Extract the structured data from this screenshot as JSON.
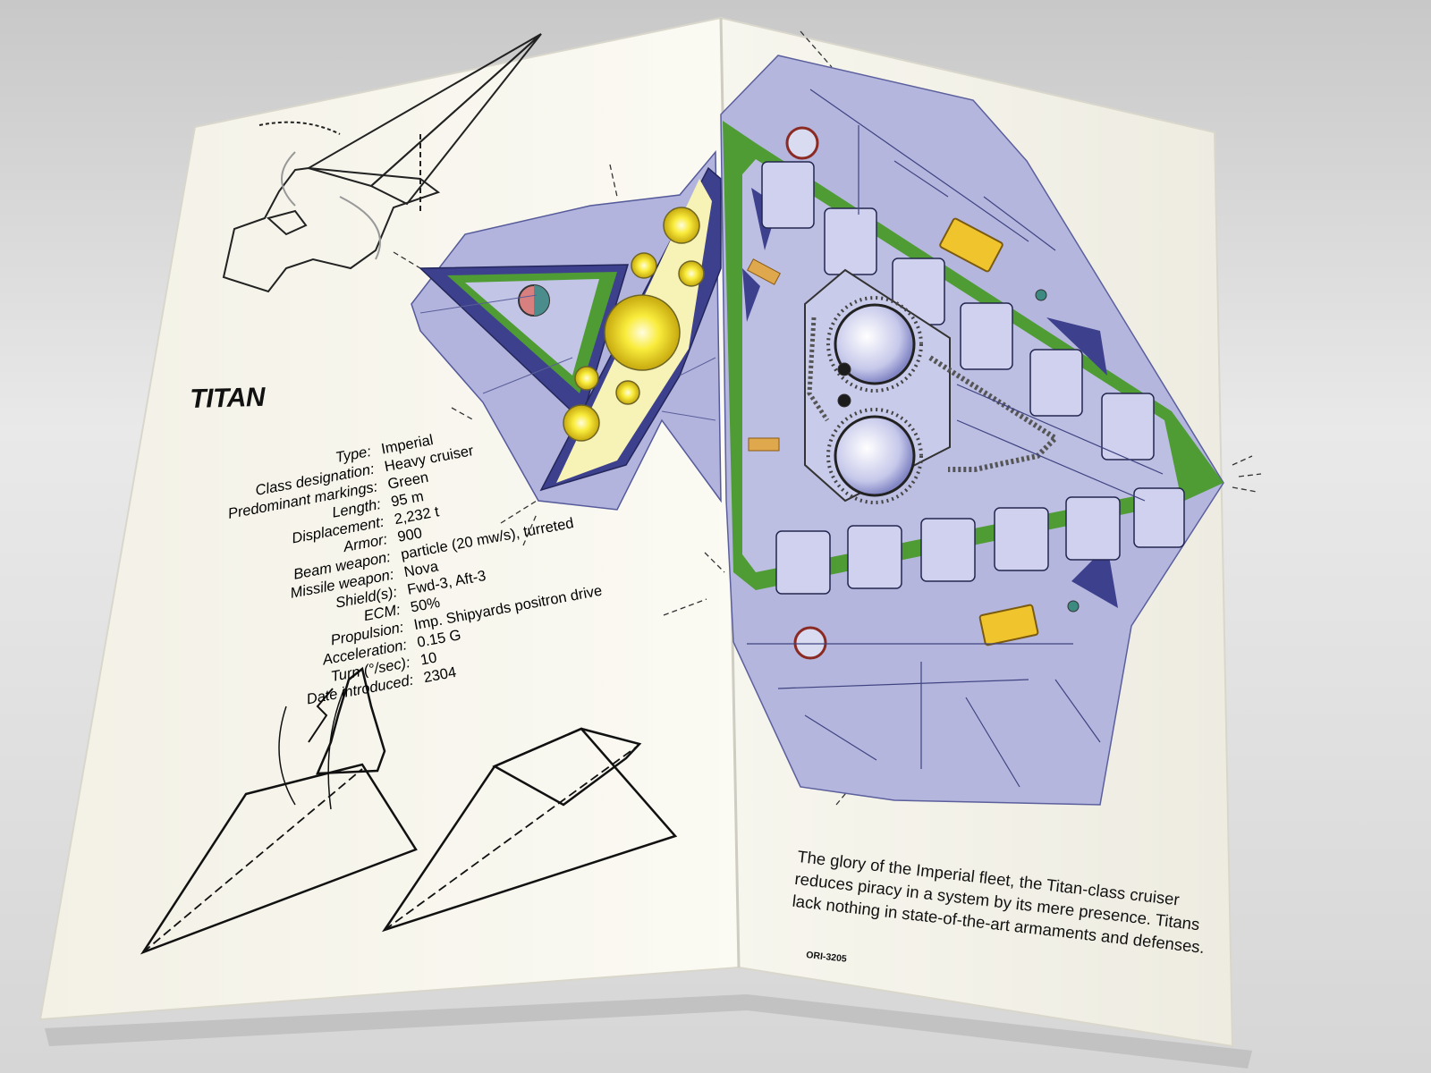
{
  "card": {
    "ship_name": "TITAN",
    "specs": [
      {
        "label": "Type:",
        "value": "Imperial"
      },
      {
        "label": "Class designation:",
        "value": "Heavy cruiser"
      },
      {
        "label": "Predominant markings:",
        "value": "Green"
      },
      {
        "label": "Length:",
        "value": "95 m"
      },
      {
        "label": "Displacement:",
        "value": "2,232 t"
      },
      {
        "label": "Armor:",
        "value": "900"
      },
      {
        "label": "Beam weapon:",
        "value": "particle (20 mw/s), turreted"
      },
      {
        "label": "Missile weapon:",
        "value": "Nova"
      },
      {
        "label": "Shield(s):",
        "value": "Fwd-3, Aft-3"
      },
      {
        "label": "ECM:",
        "value": "50%"
      },
      {
        "label": "Propulsion:",
        "value": "Imp. Shipyards positron drive"
      },
      {
        "label": "Acceleration:",
        "value": "0.15 G"
      },
      {
        "label": "Turn (°/sec):",
        "value": "10"
      },
      {
        "label": "Date introduced:",
        "value": "2304"
      }
    ],
    "description": "The glory of the Imperial fleet, the Titan-class cruiser reduces piracy in a system by its mere presence. Titans lack nothing in state-of-the-art armaments and defenses.",
    "catalog_number": "ORI-3205"
  },
  "colors": {
    "paper": "#f6f4ea",
    "hull_lavender": "#b4b6de",
    "hull_dark": "#3e428e",
    "markings_green": "#4f9b34",
    "engine_yellow": "#f4e23a",
    "ink": "#111111"
  }
}
